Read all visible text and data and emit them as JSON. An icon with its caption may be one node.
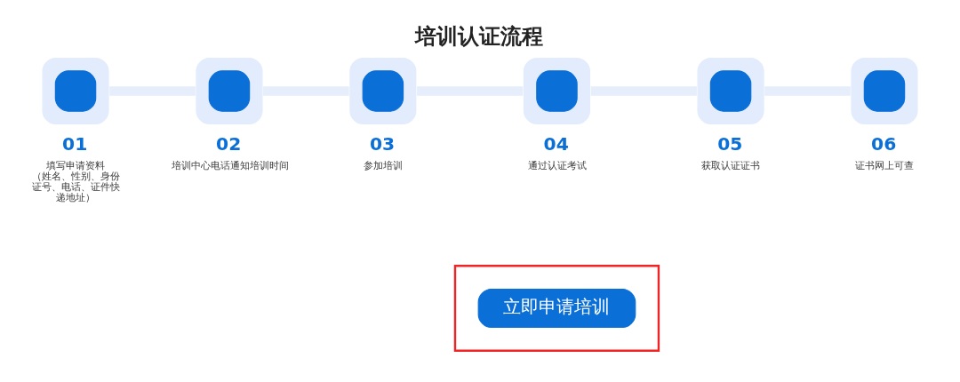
{
  "diagram": {
    "title": "培训认证流程",
    "nodes": [
      {
        "text": [
          "01",
          "填写申请资料",
          "（姓名、性别、身份证号、电话、证件快递地址）"
        ]
      },
      {
        "text": [
          "02",
          "培训中心电话通知培训时间"
        ]
      },
      {
        "text": [
          "03",
          "参加培训"
        ]
      },
      {
        "text": [
          "04",
          "通过认证考试"
        ]
      },
      {
        "text": [
          "05",
          "获取认证证书"
        ]
      },
      {
        "text": [
          "06",
          "证书网上可查"
        ]
      },
      {
        "text": [],
        "shape": "box"
      },
      {
        "text": [
          "立即申请培训"
        ],
        "in": 6
      }
    ],
    "edges": [
      {
        "from": 0,
        "to": 1,
        "arrow": "none"
      },
      {
        "from": 1,
        "to": 2,
        "arrow": "none"
      },
      {
        "from": 2,
        "to": 3,
        "arrow": "none"
      },
      {
        "from": 3,
        "to": 4,
        "arrow": "none"
      },
      {
        "from": 4,
        "to": 5,
        "arrow": "none"
      }
    ]
  }
}
